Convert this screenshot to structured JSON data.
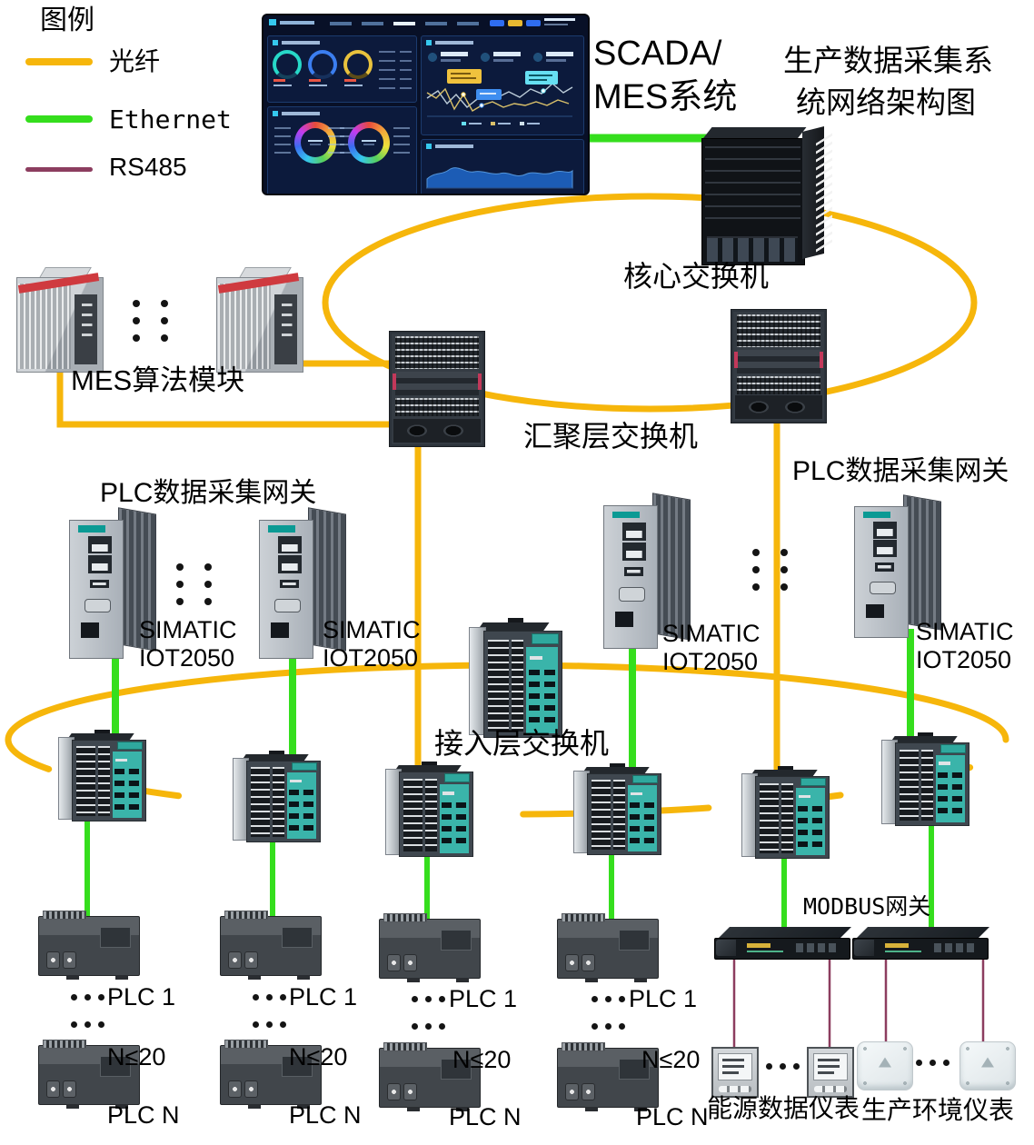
{
  "legend": {
    "title": "图例",
    "fiber": {
      "label": "光纤",
      "color": "#F6B60B"
    },
    "ethernet": {
      "label": "Ethernet",
      "color": "#35DE1D"
    },
    "rs485": {
      "label": "RS485",
      "color": "#8C3D5F"
    }
  },
  "titles": {
    "system_line1": "SCADA/",
    "system_line2": "MES系统",
    "diagram_line1": "生产数据采集系",
    "diagram_line2": "统网络架构图"
  },
  "labels": {
    "core_switch": "核心交换机",
    "mes_module": "MES算法模块",
    "aggregation_switch": "汇聚层交换机",
    "plc_gateway": "PLC数据采集网关",
    "access_switch": "接入层交换机",
    "modbus_gateway": "MODBUS网关",
    "energy_meter": "能源数据仪表",
    "environment_meter": "生产环境仪表",
    "simatic_line1": "SIMATIC",
    "simatic_line2": "IOT2050"
  },
  "plc_group": {
    "first": "PLC 1",
    "count_limit": "N≤20",
    "last": "PLC N"
  }
}
